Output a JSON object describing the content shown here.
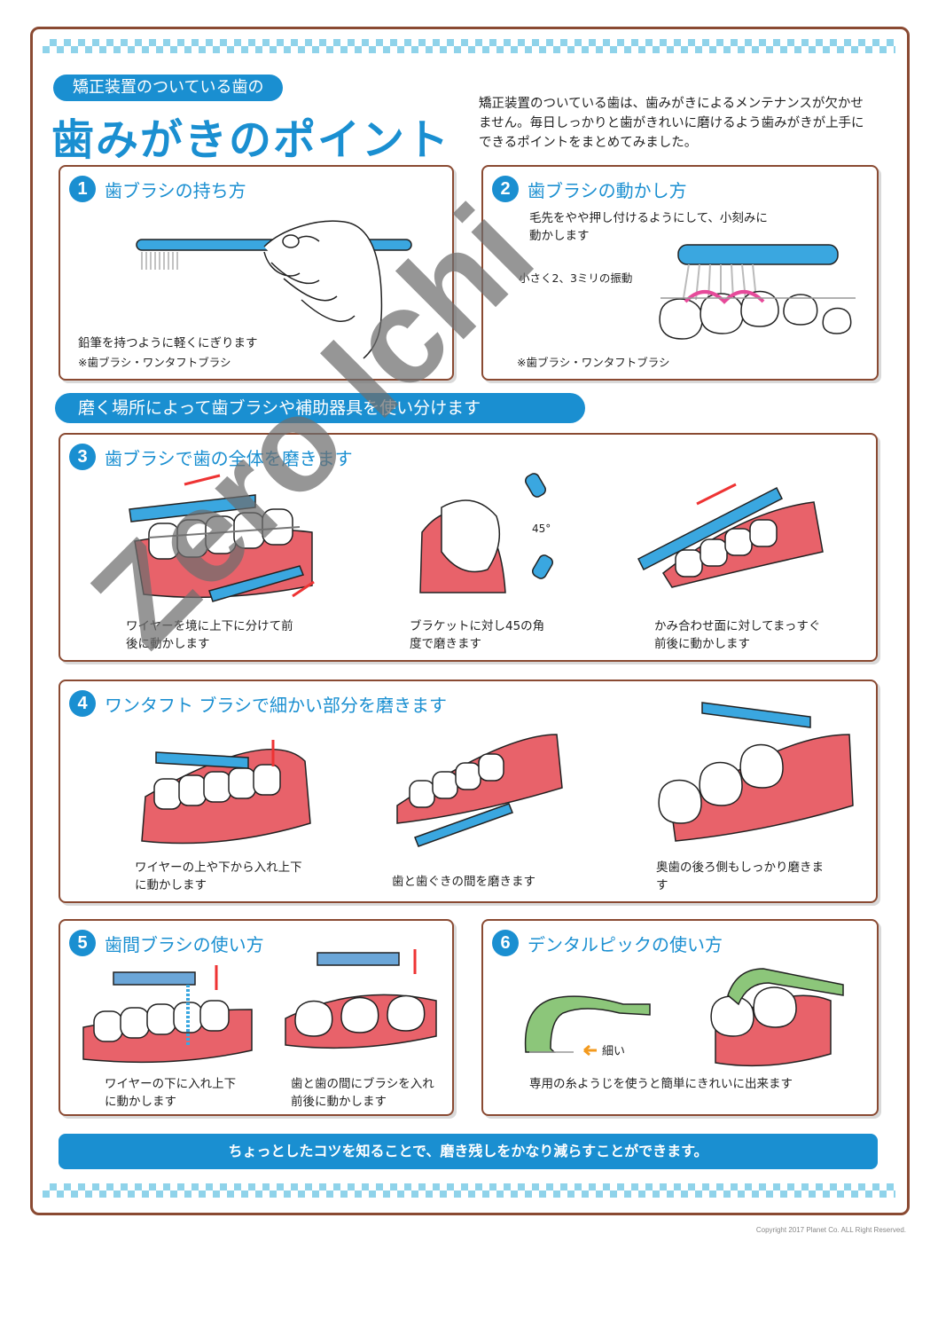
{
  "header": {
    "subtitle": "矯正装置のついている歯の",
    "title": "歯みがきのポイント",
    "intro": "矯正装置のついている歯は、歯みがきによるメンテナンスが欠かせません。毎日しっかりと歯がきれいに磨けるよう歯みがきが上手にできるポイントをまとめてみました。"
  },
  "panel1": {
    "num": "1",
    "title": "歯ブラシの持ち方",
    "caption": "鉛筆を持つように軽くにぎります",
    "note": "※歯ブラシ・ワンタフトブラシ"
  },
  "panel2": {
    "num": "2",
    "title": "歯ブラシの動かし方",
    "caption": "毛先をやや押し付けるようにして、小刻みに動かします",
    "label": "小さく2、3ミリの振動",
    "note": "※歯ブラシ・ワンタフトブラシ"
  },
  "section": {
    "label": "磨く場所によって歯ブラシや補助器具を使い分けます"
  },
  "panel3": {
    "num": "3",
    "title": "歯ブラシで歯の全体を磨きます",
    "caption_a": "ワイヤーを境に上下に分けて前後に動かします",
    "caption_b": "ブラケットに対し45の角度で磨きます",
    "caption_c": "かみ合わせ面に対してまっすぐ前後に動かします",
    "angle_label": "45°"
  },
  "panel4": {
    "num": "4",
    "title": "ワンタフト ブラシで細かい部分を磨きます",
    "caption_a": "ワイヤーの上や下から入れ上下に動かします",
    "caption_b": "歯と歯ぐきの間を磨きます",
    "caption_c": "奥歯の後ろ側もしっかり磨きます"
  },
  "panel5": {
    "num": "5",
    "title": "歯間ブラシの使い方",
    "caption_a": "ワイヤーの下に入れ上下に動かします",
    "caption_b": "歯と歯の間にブラシを入れ前後に動かします"
  },
  "panel6": {
    "num": "6",
    "title": "デンタルピックの使い方",
    "thin_label": "細い",
    "caption": "専用の糸ようじを使うと簡単にきれいに出来ます"
  },
  "footer": {
    "tip": "ちょっとしたコツを知ることで、磨き残しをかなり減らすことができます。",
    "copyright": "Copyright 2017 Planet Co. ALL Right Reserved."
  },
  "watermark": "Zero Ichi",
  "colors": {
    "accent": "#1a8fd1",
    "frame": "#8a4a32",
    "gum": "#e8626a",
    "brush": "#3aa7e0",
    "pick": "#8cc67a"
  }
}
